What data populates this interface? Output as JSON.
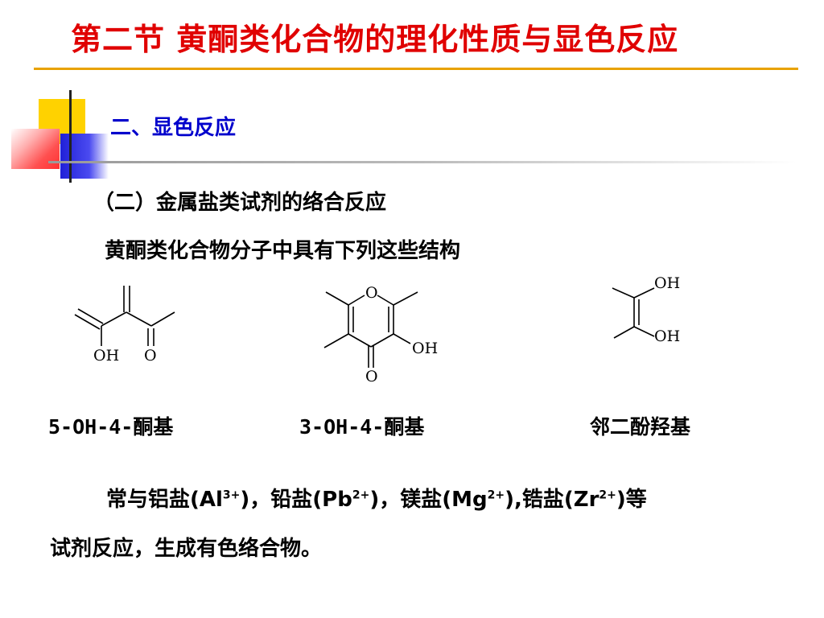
{
  "title": "第二节  黄酮类化合物的理化性质与显色反应",
  "subtitle": "二、显色反应",
  "section_heading": "（二）金属盐类试剂的络合反应",
  "intro_line": "黄酮类化合物分子中具有下列这些结构",
  "structures": [
    {
      "label_code": "5-OH-4-",
      "label_text": "酮基",
      "atoms": [
        "OH",
        "O"
      ]
    },
    {
      "label_code": "3-OH-4-",
      "label_text": "酮基",
      "atoms": [
        "O",
        "OH",
        "O"
      ]
    },
    {
      "label_code": "",
      "label_text": "邻二酚羟基",
      "atoms": [
        "OH",
        "OH"
      ]
    }
  ],
  "reaction": {
    "p1": "常与铝盐(Al",
    "s1": "3+",
    "p2": ")，铅盐(Pb",
    "s2": "2+",
    "p3": ")，镁盐(Mg",
    "s3": "2+",
    "p4": "),锆盐(Zr",
    "s4": "2+",
    "p5": ")等",
    "line2": "试剂反应，生成有色络合物。"
  },
  "colors": {
    "title": "#e00000",
    "subtitle": "#0000cc",
    "rule": "#e8a200"
  }
}
